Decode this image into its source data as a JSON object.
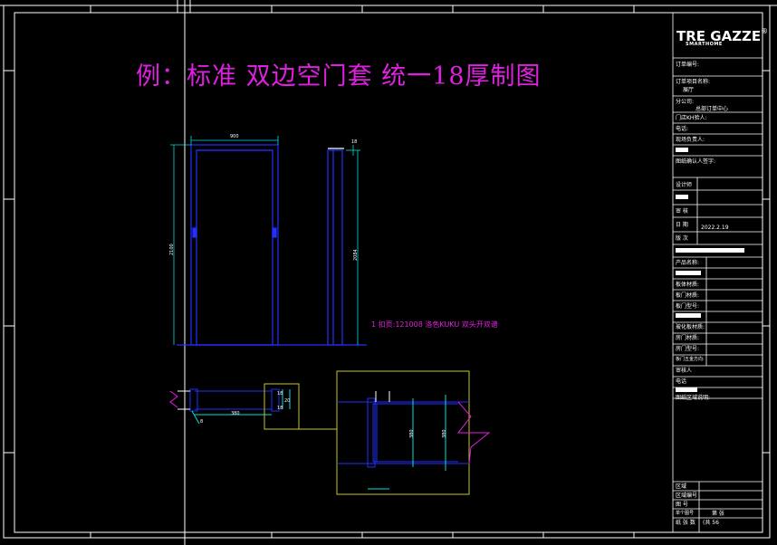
{
  "drawing": {
    "title": "例：标准 双边空门套 统一18厚制图",
    "note": "1 扣页:121008 洛色KUKU 双头开双谱"
  },
  "logo": {
    "brand": "TRE GAZZE",
    "reg": "®",
    "tagline": "SMARTHOME"
  },
  "title_block": {
    "order_no_label": "订单编号:",
    "project_label": "订单项目名称:",
    "project_value": "展厅",
    "branch_label": "分公司:",
    "branch_value": "总部订单中心",
    "store_label": "门店KH验人:",
    "phone_label": "电话:",
    "site_label": "现场负责人:",
    "confirm_label": "图纸确认人签字:",
    "designer_label": "设计师",
    "review_label": "审    核",
    "date_label": "日    期",
    "date_value": "2022.2.19",
    "version_label": "版    次",
    "product_label": "产品名称:",
    "board_label": "板体材质:",
    "door_material_label": "板门材质:",
    "door_model_label": "板门型号:",
    "glass_material_label": "玻化板材质:",
    "door2_material_label": "房门材质:",
    "door2_model_label": "房门型号:",
    "hinge_label": "板门五金方向:",
    "reviewer_label": "审核人",
    "phone2_label": "电话",
    "notes_label": "图纸区域说明:",
    "area_label": "区域",
    "area_no_label": "区域编号",
    "drawing_no_label": "图    号",
    "sheet_label": "单个图号",
    "sheet_value": "第    张",
    "total_label": "纸  张  数",
    "total_value": "(共 56"
  },
  "dimensions": {
    "top_width": "900",
    "left_height": "2100",
    "right_height": "2084",
    "side_top": "18",
    "plan_width": "380",
    "plan_gap": "8",
    "detail_a": "380",
    "detail_b": "380",
    "small_1": "18",
    "small_2": "20",
    "small_3": "18"
  },
  "colors": {
    "frame": "#ffffff",
    "door": "#2030ff",
    "dimension": "#00e0e0",
    "annotation": "#e020e0",
    "detail_box": "#c8c820",
    "dim_line": "#20c020"
  }
}
